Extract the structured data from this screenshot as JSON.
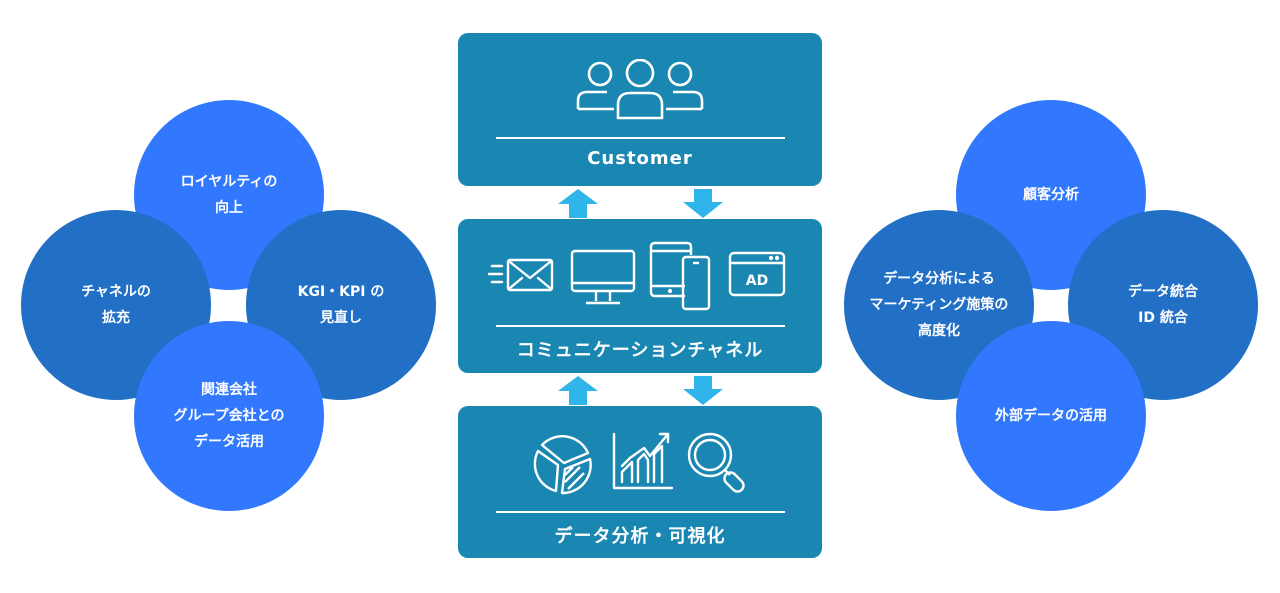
{
  "left_cluster": {
    "top": "ロイヤルティの\n向上",
    "left": "チャネルの\n拡充",
    "right": "KGI・KPI の\n見直し",
    "bottom": "関連会社\nグループ会社との\nデータ活用"
  },
  "right_cluster": {
    "top": "顧客分析",
    "left": "データ分析による\nマーケティング施策の\n高度化",
    "right": "データ統合\nID 統合",
    "bottom": "外部データの活用"
  },
  "center": {
    "customer": {
      "label": "Customer",
      "icons": [
        "users-icon"
      ]
    },
    "channel": {
      "label": "コミュニケーションチャネル",
      "icons": [
        "email-icon",
        "desktop-icon",
        "devices-icon",
        "ad-icon"
      ],
      "ad_text": "AD"
    },
    "analysis": {
      "label": "データ分析・可視化",
      "icons": [
        "pie-chart-icon",
        "growth-chart-icon",
        "magnifier-icon"
      ]
    }
  },
  "colors": {
    "circle_bright": "#3278fe",
    "circle_dark": "#2170c6",
    "box": "#1a87b3",
    "arrow": "#2fb5ea"
  }
}
